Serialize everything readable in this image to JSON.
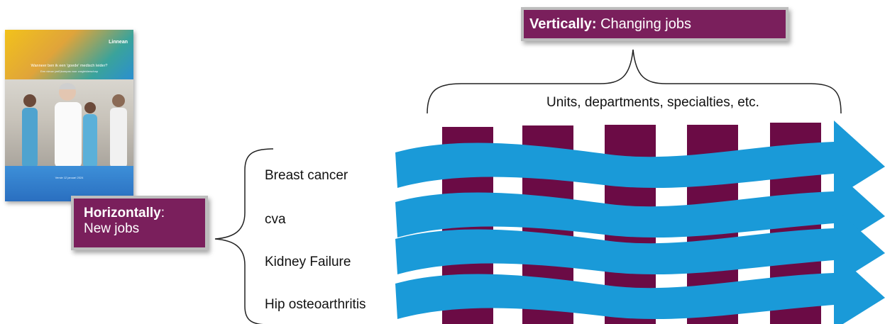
{
  "vertical_box": {
    "bold": "Vertically:",
    "text": " Changing jobs"
  },
  "horizontal_box": {
    "bold": "Horizontally",
    "colon": ":",
    "text": "New jobs"
  },
  "units_label": "Units, departments, specialties, etc.",
  "rows": [
    "Breast cancer",
    "cva",
    "Kidney Failure",
    "Hip osteoarthritis"
  ],
  "cover": {
    "brand": "Linnean",
    "title": "Wanneer ben ik een 'goede' medisch leider?",
    "subtitle": "Een nieuw (zelf)kompas voor zorgleiderschap",
    "date": "Versie 12 januari 2024"
  },
  "colors": {
    "box": "#7a1f5c",
    "column": "#6b0b45",
    "arrow": "#1a9ad8"
  }
}
